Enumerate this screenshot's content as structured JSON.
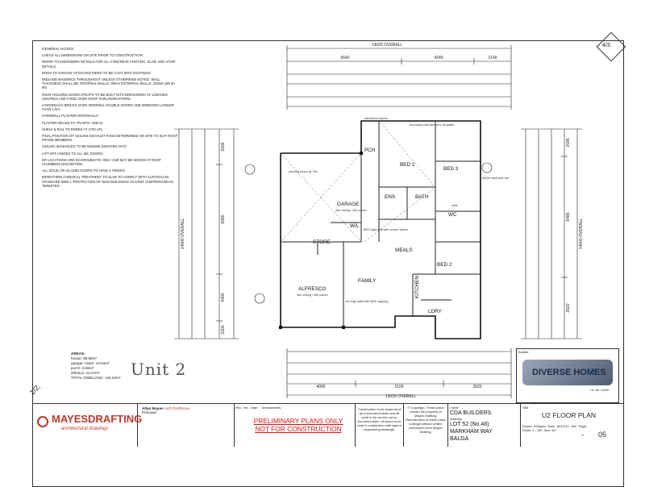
{
  "sheet": {
    "corner_left": "1/2.",
    "corner_right": "4/3."
  },
  "notes": {
    "heading": "GENERAL NOTES:",
    "items": [
      "CHECK ALL DIMENSIONS ON SITE PRIOR TO CONSTRUCTION.",
      "REFER TO ENGINEERS DETAILS FOR ALL CONCRETE FOOTING, SLAB, AND STAIR DETAILS.",
      "RODS TO GARAGE ATTACHED PIERS TO BE CAST INTO FOOTINGS.",
      "MIDLAND MASBRICK THROUGHOUT UNLESS OTHERWISE NOTED. WALL THICKNESS SHALL BE: INTERNAL WALLS: 90mm EXTERNAL WALLS: 220mm (90 50 90)",
      "ROOF HOLDING DOWN STRAPS TO BE BUILT INTO BRICKWORK AT 1200/1800 CENTRES AND FIXED OVER ROOF PURLINS/RAFTERS.",
      "LONGREACH BRICKS OVER INTERNAL DOUBLE DOORS AND WINDOWS LONGER THAN 1.0m.",
      "HARDWALL PLASTER INTERNALLY.",
      "PLASTER BEADS TO TRAFFIC AREAS.",
      "SHELF & RAIL TO ROBES AT 1700 AFL.",
      "FINAL POSITION OF CEILING EXHAUST FANS DETERMINED ON SITE TO SUIT ROOF FRAME MEMBERS.",
      "CEILING MANHOLES TO BE 550x550 (NOGGED OUT).",
      "LIFT-OFF HINGES TO ALL WC DOORS.",
      "DP LOCATIONS ARE DIAGRAMMATIC ONLY AND MAY BE MOVED AT ROOF PLUMBERS DISCRETION.",
      "ALL SOLID OR GLAZED DOORS TO HAVE 3 HINGES.",
      "BIFENTHRIN CHEMICAL TREATMENT TO SLAB TO COMPLY WITH AUSTRALIAN STANDARD 3660.1 'PROTECTION OF NEW BUILDINGS AGAINST SUBTERRANEAN TERMITES'."
    ]
  },
  "areas": {
    "heading": "AREAS:",
    "house": "house: 90.86m²",
    "garage": "garage / store: 34.84m²",
    "porch": "porch: 6.55m²",
    "alfresco": "alfresco: 12.07m²",
    "total": "TOTAL DWELLING: 144.52m²"
  },
  "handwritten": "Unit 2",
  "plan": {
    "overall_top": "13020 OVERALL",
    "overall_bottom": "13020 OVERALL",
    "overall_left": "14000 OVERALL",
    "overall_right": "14000 OVERALL",
    "top_segments": [
      "6640",
      "4240",
      "2140"
    ],
    "bottom_segments": [
      "4000",
      "5100",
      "3920"
    ],
    "left_segments": [
      "2000",
      "6680",
      "4400",
      "1000"
    ],
    "right_segments": [
      "1595",
      "8485",
      "3920"
    ],
    "rooms": {
      "garage": "GARAGE",
      "garage_note": "28c ceiling / 28c paved",
      "store": "STORE",
      "alfresco": "ALFRESCO",
      "alfresco_note": "28c ceiling / 28c paved",
      "porch": "PCH",
      "family": "FAMILY",
      "meals": "MEALS",
      "kitchen": "KITCHEN",
      "bed1": "BED 1",
      "bed2": "BED 2",
      "bed3": "BED 3",
      "ens": "ENS",
      "bath": "BATH",
      "wil": "W/L",
      "ldry": "LDRY",
      "wc": "WC",
      "robe": "robe"
    },
    "notes": {
      "structural_column": "structural column",
      "boundary_wall": "boundary wall with zero lot gutter",
      "screen_wall": "1800 high wall with screen above",
      "pitching_beam": "pitching beam @ 25c",
      "mdf_capping": "14c high wall with MDF capping",
      "shelf_rail": "450W shelf and rail"
    }
  },
  "builder": {
    "label": "Builder:",
    "name": "DIVERSE HOMES",
    "lic": "Lic. No. 13440"
  },
  "drafting": {
    "brand": "MAYESDRAFTING",
    "sub": "architectural drawings",
    "drafter_name": "Allan Mayes",
    "drafter_role": "Arch Draftsman",
    "principal": "Principal"
  },
  "revisions": {
    "rev": "Rev.",
    "init": "Init.",
    "date": "Date",
    "amendments": "Amendments"
  },
  "prelim": [
    "PRELIMINARY PLANS ONLY",
    "NOT FOR CONSTRUCTION"
  ],
  "disclaimer_left": "Construction to be supervised by a licensed builder and all work to be carried out by licensed trades. All plans to be read in conjunction with signed engineering drawings.",
  "disclaimer_right": "© Copyright. These plans remain the property of Mayes Drafting. Reproduction of these plans is illegal without written permission from Mayes Drafting.",
  "client": {
    "client_label": "Client:",
    "client": "CDA BUILDERS",
    "address_label": "Address:",
    "lot": "LOT 52 (No.48)",
    "street": "MARKHAM WAY",
    "suburb": "BALGA"
  },
  "title": {
    "label": "Title:",
    "value": "U2 FLOOR PLAN",
    "drawn_label": "Drawn:",
    "drawn": "A.Mayes",
    "date_label": "Date:",
    "date": "16/10/12",
    "scale_label": "Scale:",
    "scale": "1 : 100",
    "size_label": "Size:",
    "size": "A3",
    "job_label": "Job:",
    "page_label": "Page:",
    "dash": "-",
    "page": "05"
  }
}
